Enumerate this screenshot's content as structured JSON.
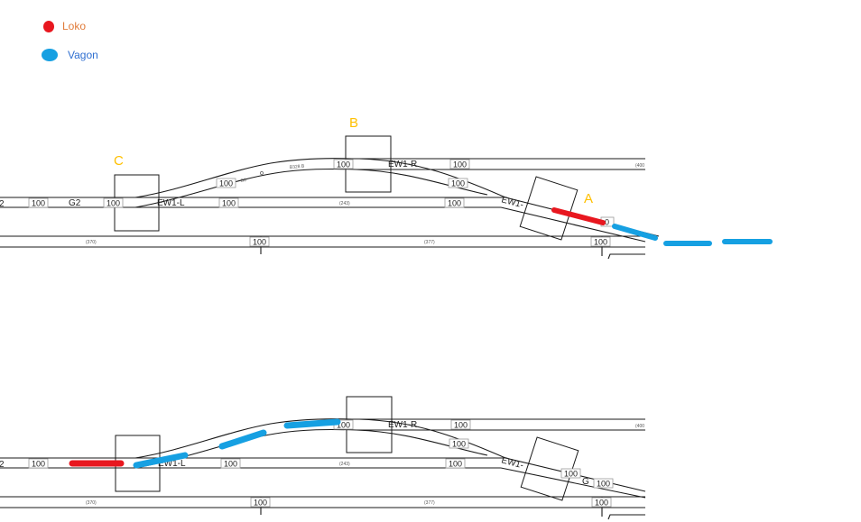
{
  "legend": {
    "items": [
      {
        "label": "Loko",
        "color": "#e8171f",
        "text_color": "#e07b39"
      },
      {
        "label": "Vagon",
        "color": "#16a0e2",
        "text_color": "#2f6fd0"
      }
    ]
  },
  "colors": {
    "loko": "#e8171f",
    "vagon": "#16a0e2",
    "marker": "#ffc000",
    "track": "#1a1a1a"
  },
  "markers": {
    "a": "A",
    "b": "B",
    "c": "C"
  },
  "labels": {
    "speed": "100",
    "speed_cut": "0",
    "track_g2": "G2",
    "track_g2_cut": "2",
    "switch_left": "EW1-L",
    "switch_right": "EW1-R",
    "switch_partial": "EW1-",
    "track_g_cut": "G",
    "small_370": "(370)",
    "small_377": "(377)",
    "small_243": "(243)",
    "small_ref": "(400",
    "small_b1": "B0",
    "small_b2": "B328 B"
  }
}
